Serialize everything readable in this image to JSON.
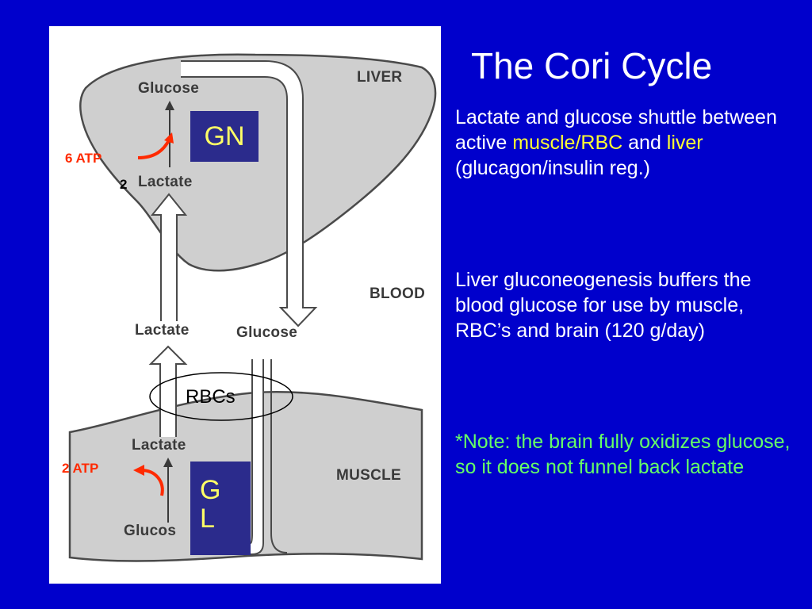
{
  "title": "The Cori Cycle",
  "diagram": {
    "liver_label": "LIVER",
    "blood_label": "BLOOD",
    "muscle_label": "MUSCLE",
    "liver_glucose": "Glucose",
    "liver_lactate": "Lactate",
    "blood_lactate": "Lactate",
    "blood_glucose": "Glucose",
    "muscle_lactate": "Lactate",
    "muscle_glucose": "Glucos",
    "rbc_label": "RBCs",
    "gn_box": "GN",
    "gl_box_line1": "G",
    "gl_box_line2": "L",
    "liver_atp": "6 ATP",
    "muscle_atp": "2 ATP",
    "lactate_count": "2"
  },
  "text": {
    "p1_a": "Lactate and glucose shuttle between active ",
    "p1_muscle": "muscle/RBC",
    "p1_b": " and ",
    "p1_liver": "liver",
    "p1_c": " (glucagon/insulin reg.)",
    "p2": "Liver gluconeogenesis buffers the blood glucose for use by  muscle, RBC’s and brain   (120 g/day)",
    "p3": "*Note: the brain fully oxidizes glucose, so it does not funnel back lactate"
  },
  "colors": {
    "background": "#0000cc",
    "highlight_yellow": "#ffff33",
    "note_green": "#66ff66",
    "atp_red": "#ff2a00",
    "box_fill": "#2b2b8c",
    "box_text": "#ffff66"
  }
}
